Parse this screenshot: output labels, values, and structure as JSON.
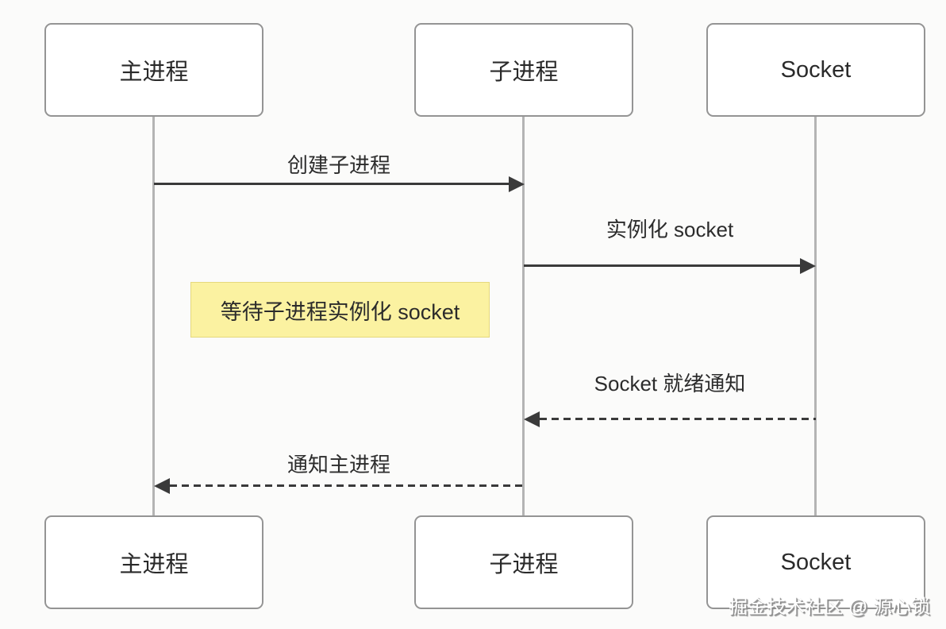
{
  "diagram": {
    "type": "sequence-diagram",
    "actors": [
      {
        "label": "主进程"
      },
      {
        "label": "子进程"
      },
      {
        "label": "Socket"
      }
    ],
    "messages": [
      {
        "label": "创建子进程",
        "style": "solid",
        "from": "主进程",
        "to": "子进程"
      },
      {
        "label": "实例化 socket",
        "style": "solid",
        "from": "子进程",
        "to": "Socket"
      },
      {
        "label": "Socket 就绪通知",
        "style": "dashed",
        "from": "Socket",
        "to": "子进程"
      },
      {
        "label": "通知主进程",
        "style": "dashed",
        "from": "子进程",
        "to": "主进程"
      }
    ],
    "note": {
      "label": "等待子进程实例化 socket"
    },
    "watermark": "掘金技术社区 @ 源心锁"
  },
  "colors": {
    "background": "#fbfbfa",
    "box_border": "#949494",
    "box_fill": "#ffffff",
    "text": "#2a2a2a",
    "lifeline": "#b4b4b4",
    "arrow": "#3a3a3a",
    "note_fill": "#fbf2a1",
    "note_border": "#e5d87d"
  }
}
